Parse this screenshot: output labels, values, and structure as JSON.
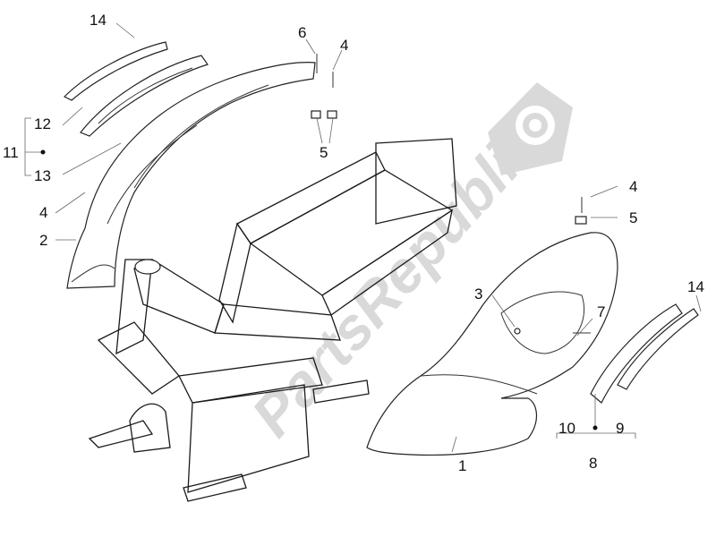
{
  "diagram": {
    "watermark_text": "PartsRepublik",
    "callouts": {
      "c14_top": "14",
      "c6": "6",
      "c4_top": "4",
      "c12": "12",
      "c11": "11",
      "c13": "13",
      "c5_top": "5",
      "c4_left": "4",
      "c2": "2",
      "c4_right": "4",
      "c5_right": "5",
      "c3": "3",
      "c7": "7",
      "c14_right": "14",
      "c10": "10",
      "c9": "9",
      "c8": "8",
      "c1": "1"
    }
  }
}
